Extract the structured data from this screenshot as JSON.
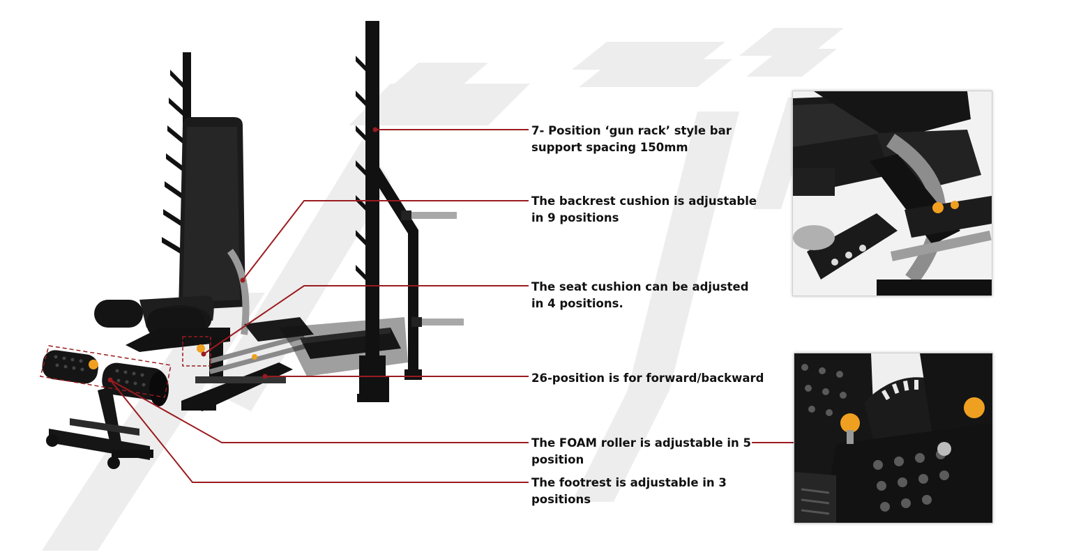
{
  "colors": {
    "leader_line": "#9b1b1f",
    "frame": "#111111",
    "accent_knob": "#f0a020",
    "watermark": "#ececec"
  },
  "callouts": [
    {
      "id": "bar-support",
      "lines": [
        "7- Position ‘gun rack’ style bar",
        "support spacing 150mm"
      ]
    },
    {
      "id": "backrest",
      "lines": [
        "The backrest cushion is adjustable",
        "in 9 positions"
      ]
    },
    {
      "id": "seat",
      "lines": [
        "The seat cushion can be adjusted",
        "in 4 positions."
      ]
    },
    {
      "id": "forward-backward",
      "lines": [
        "26-position is for forward/backward"
      ]
    },
    {
      "id": "foam-roller",
      "lines": [
        "The FOAM roller is adjustable in 5",
        "position"
      ]
    },
    {
      "id": "footrest",
      "lines": [
        "The footrest is adjustable in 3",
        "positions"
      ]
    }
  ],
  "images": {
    "main": "olympic-bench-with-gun-rack-uprights",
    "detail_top": "backrest-and-seat-adjustment-closeup",
    "detail_bottom": "foam-roller-adjustment-closeup"
  }
}
